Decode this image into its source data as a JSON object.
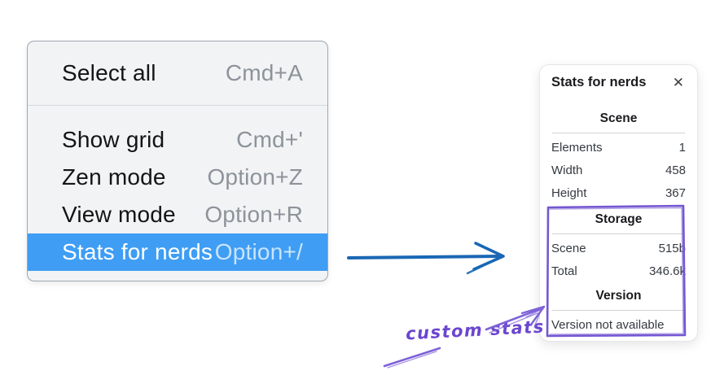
{
  "menu": {
    "items": [
      {
        "label": "Select all",
        "shortcut": "Cmd+A",
        "highlighted": false
      },
      {
        "label": "Show grid",
        "shortcut": "Cmd+'",
        "highlighted": false
      },
      {
        "label": "Zen mode",
        "shortcut": "Option+Z",
        "highlighted": false
      },
      {
        "label": "View mode",
        "shortcut": "Option+R",
        "highlighted": false
      },
      {
        "label": "Stats for nerds",
        "shortcut": "Option+/",
        "highlighted": true
      }
    ],
    "colors": {
      "background": "#f1f3f5",
      "border": "#a0a7ae",
      "highlight": "#3f9df4",
      "text": "#141414",
      "shortcut_text": "#8d939a"
    }
  },
  "stats_panel": {
    "title": "Stats for nerds",
    "close_icon": "✕",
    "sections": [
      {
        "header": "Scene",
        "rows": [
          {
            "label": "Elements",
            "value": "1"
          },
          {
            "label": "Width",
            "value": "458"
          },
          {
            "label": "Height",
            "value": "367"
          }
        ]
      },
      {
        "header": "Storage",
        "rows": [
          {
            "label": "Scene",
            "value": "515b"
          },
          {
            "label": "Total",
            "value": "346.6k"
          }
        ]
      },
      {
        "header": "Version",
        "note": "Version not available"
      }
    ]
  },
  "annotation": {
    "label": "custom stats",
    "color": "#6b46cf"
  },
  "sketch_colors": {
    "flow_arrow_blue": "#1a67b4",
    "highlight_purple": "#7457d1"
  }
}
